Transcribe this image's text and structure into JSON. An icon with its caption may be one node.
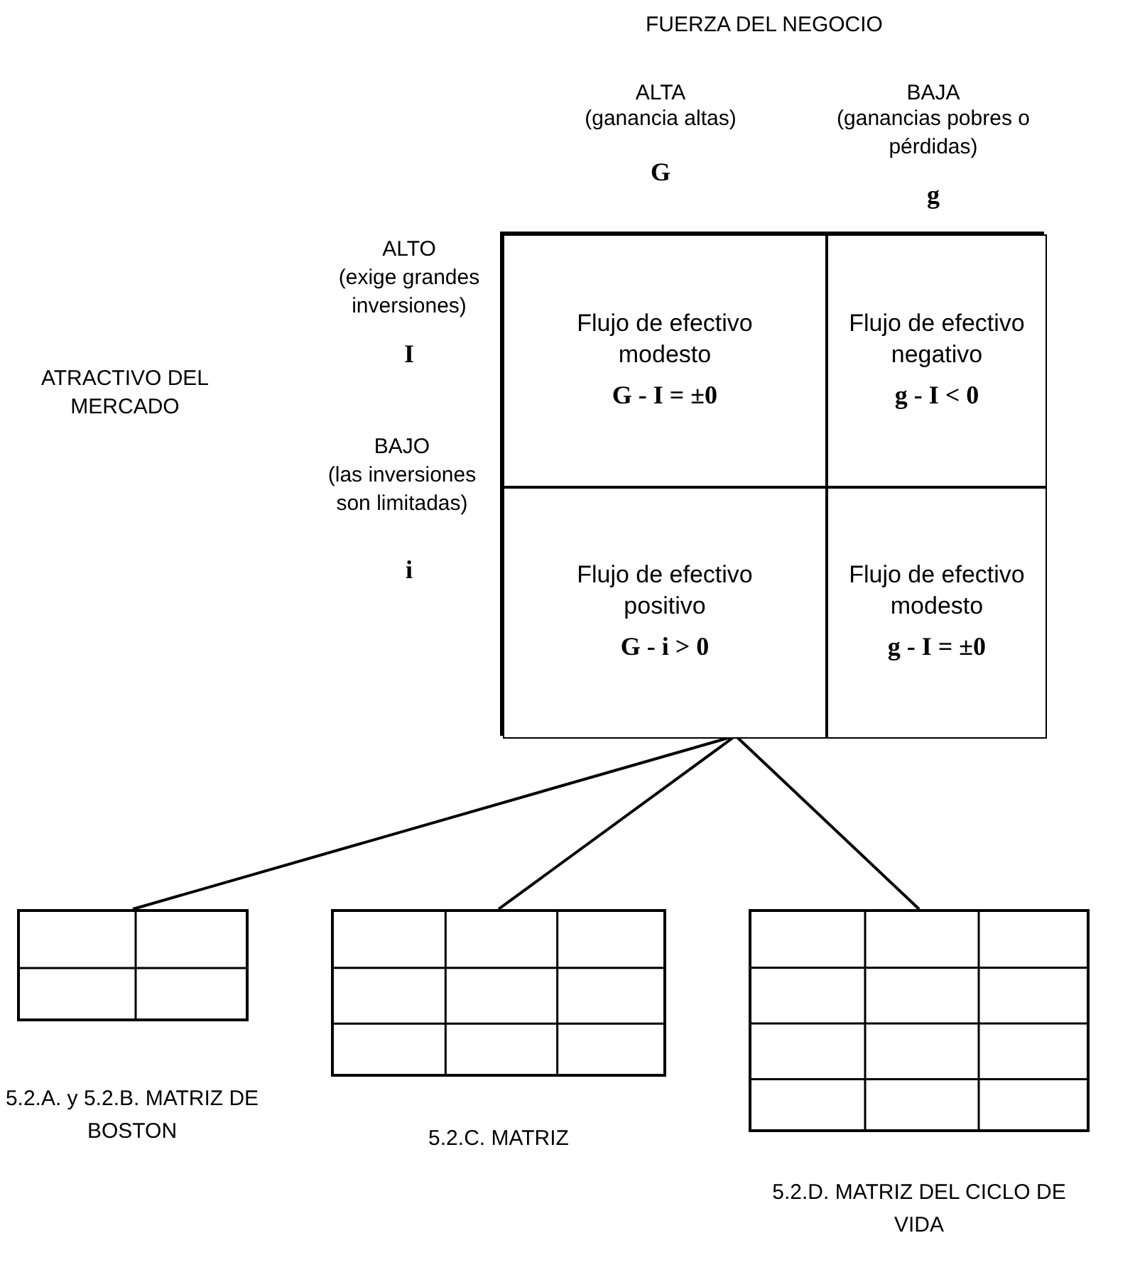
{
  "diagram": {
    "nodes": [
      {
        "text": [],
        "shape": "box"
      },
      {
        "text": [
          "Flujo de efectivo modesto",
          "G - I = ±0"
        ],
        "in": 0
      },
      {
        "text": [
          "Flujo de efectivo negativo",
          "g - I < 0"
        ],
        "in": 0
      },
      {
        "text": [
          "Flujo de efectivo positivo",
          "G - i > 0"
        ],
        "in": 0
      },
      {
        "text": [
          "Flujo de efectivo modesto",
          "g - I = ±0"
        ],
        "in": 0
      },
      {
        "text": [],
        "shape": "box",
        "beside": [
          "5.2.A. y 5.2.B. MATRIZ DE BOSTON"
        ]
      },
      {
        "text": [],
        "shape": "box",
        "beside": [
          "5.2.C. MATRIZ"
        ]
      },
      {
        "text": [],
        "shape": "box",
        "beside": [
          "5.2.D. MATRIZ DEL CICLO DE VIDA"
        ]
      }
    ],
    "edges": [
      {
        "from": 0,
        "to": 5,
        "arrow": "none"
      },
      {
        "from": 0,
        "to": 6,
        "arrow": "none"
      },
      {
        "from": 0,
        "to": 7,
        "arrow": "none"
      }
    ],
    "labels": [
      "FUERZA DEL NEGOCIO",
      "ALTA",
      "(ganancia altas)",
      "G",
      "BAJA",
      "(ganancias pobres o pérdidas)",
      "g",
      "ALTO",
      "(exige grandes inversiones)",
      "I",
      "ATRACTIVO DEL MERCADO",
      "BAJO",
      "(las inversiones son limitadas)",
      "i"
    ]
  }
}
